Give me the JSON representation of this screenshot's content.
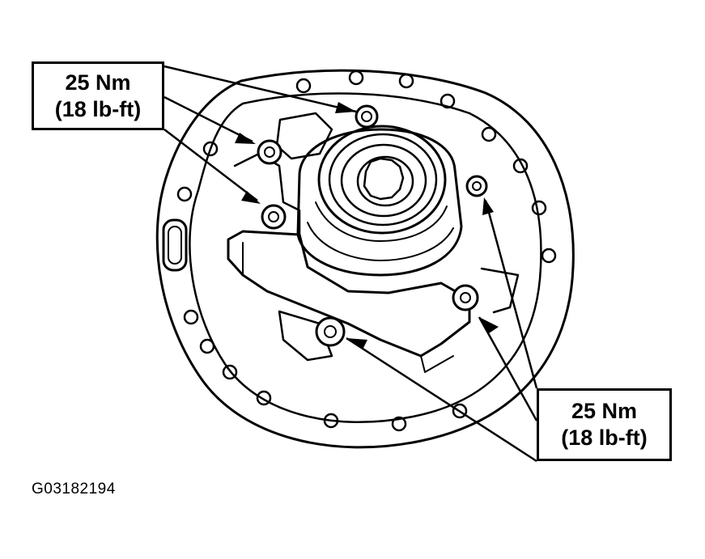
{
  "callouts": [
    {
      "id": "top",
      "torque_nm": "25 Nm",
      "torque_lbft": "(18 lb-ft)"
    },
    {
      "id": "bottom",
      "torque_nm": "25 Nm",
      "torque_lbft": "(18 lb-ft)"
    }
  ],
  "figure_id": "G03182194",
  "colors": {
    "line": "#000000",
    "background": "#ffffff"
  },
  "icons": [
    "bolt-icon",
    "arrow-icon"
  ]
}
